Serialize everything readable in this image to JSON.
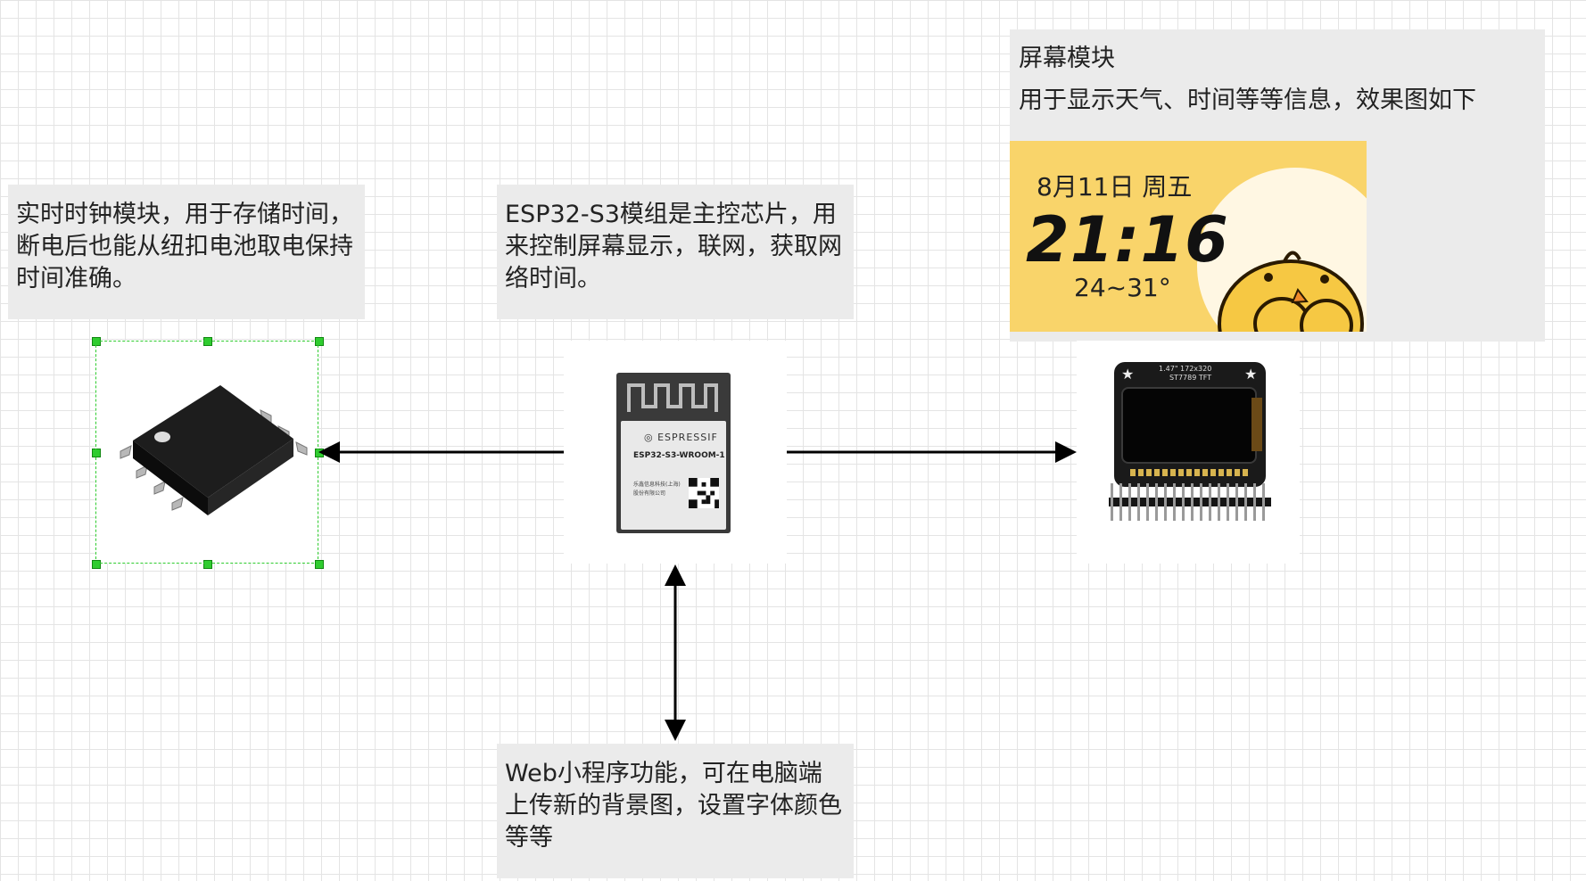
{
  "notes": {
    "rtc": "实时时钟模块，用于存储时间，断电后也能从纽扣电池取电保持时间准确。",
    "esp": "ESP32-S3模组是主控芯片，用来控制屏幕显示，联网，获取网络时间。",
    "web": "Web小程序功能，可在电脑端上传新的背景图，设置字体颜色等等",
    "screen_title": "屏幕模块",
    "screen_desc": "用于显示天气、时间等等信息，效果图如下"
  },
  "preview": {
    "date": "8月11日 周五",
    "time": "21:16",
    "temp": "24~31°"
  },
  "esp_module": {
    "brand": "ESPRESSIF",
    "model": "ESP32-S3-WROOM-1",
    "maker_line1": "乐鑫信息科技(上海)",
    "maker_line2": "股份有限公司"
  },
  "display_board": {
    "label_line1": "1.47\" 172x320",
    "label_line2": "ST7789 TFT"
  },
  "colors": {
    "preview_bg": "#f9d46a",
    "arrow": "#000000",
    "note_bg": "#ebebeb",
    "selection": "#2fcc2f"
  }
}
